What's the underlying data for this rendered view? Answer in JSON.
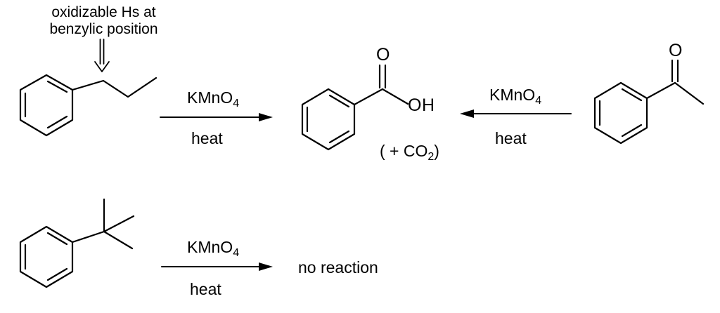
{
  "annotation": {
    "line1": "oxidizable Hs at",
    "line2": "benzylic position",
    "arrow_glyph": "⇓"
  },
  "reaction1": {
    "reagent_main": "KMnO",
    "reagent_sub": "4",
    "condition": "heat"
  },
  "reaction2": {
    "reagent_main": "KMnO",
    "reagent_sub": "4",
    "condition": "heat"
  },
  "reaction3": {
    "reagent_main": "KMnO",
    "reagent_sub": "4",
    "condition": "heat",
    "result": "no reaction"
  },
  "product": {
    "atom_o_carbonyl": "O",
    "atom_o_hydroxyl": "O",
    "atom_h": "H",
    "byproduct_open": "( + CO",
    "byproduct_sub": "2",
    "byproduct_close": ")"
  },
  "ketone": {
    "atom_o": "O"
  },
  "colors": {
    "stroke": "#000000",
    "background": "#ffffff"
  }
}
